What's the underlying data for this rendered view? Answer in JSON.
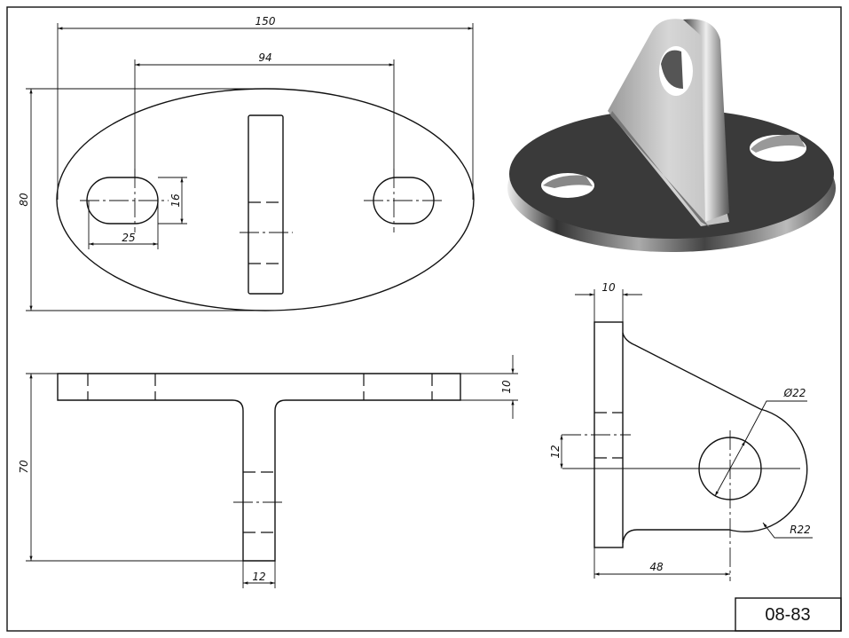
{
  "drawing_number": "08-83",
  "top_view": {
    "dim_overall_length": "150",
    "dim_slot_spacing": "94",
    "dim_overall_width": "80",
    "dim_slot_width": "16",
    "dim_slot_length": "25"
  },
  "front_view": {
    "dim_plate_thickness": "10",
    "dim_height": "70",
    "dim_rib_thickness": "12"
  },
  "side_view": {
    "dim_plate_thickness": "10",
    "dim_offset": "12",
    "dim_hole_distance": "48",
    "dim_hole_diameter": "Ø22",
    "dim_radius": "R22"
  },
  "colors": {
    "line": "#111111",
    "metal_dark": "#3a3a3a",
    "metal_light": "#d8d8d8"
  }
}
